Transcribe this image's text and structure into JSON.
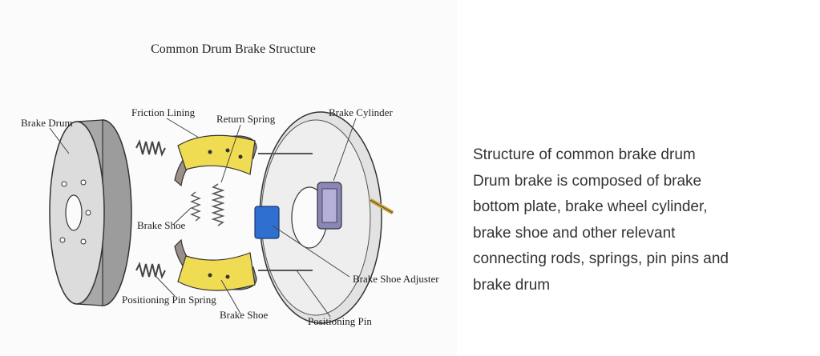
{
  "figure": {
    "title": "Common Drum Brake Structure",
    "labels": {
      "brake_drum": "Brake Drum",
      "friction_lining": "Friction Lining",
      "return_spring": "Return Spring",
      "brake_cylinder": "Brake Cylinder",
      "brake_shoe_top": "Brake Shoe",
      "brake_shoe_adjuster": "Brake Shoe Adjuster",
      "positioning_pin_spring": "Positioning Pin Spring",
      "brake_shoe_bottom": "Brake Shoe",
      "positioning_pin": "Positioning Pin"
    },
    "colors": {
      "lining": "#f0dc52",
      "adjuster": "#2f6fd0",
      "cylinder": "#8a86b8",
      "metal": "#c9c9c9",
      "shoe": "#9a8f8a"
    }
  },
  "caption": {
    "lines": [
      "Structure of common brake drum",
      "Drum brake is composed of brake",
      "bottom plate, brake wheel cylinder,",
      "brake shoe and other relevant",
      "connecting rods, springs, pin pins and",
      "brake drum"
    ]
  }
}
